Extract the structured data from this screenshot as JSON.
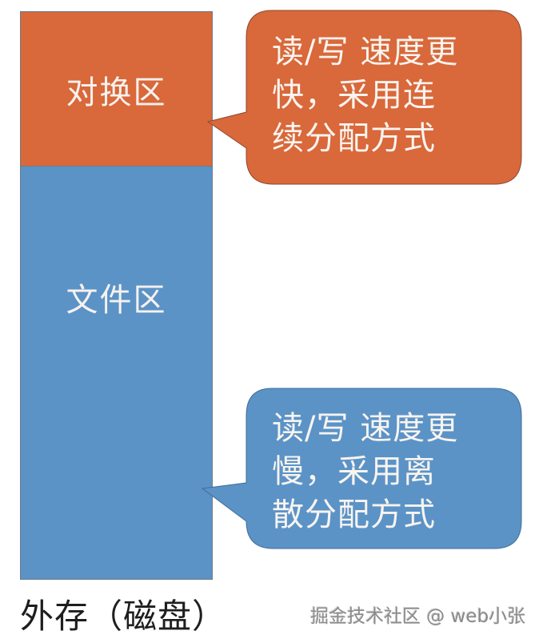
{
  "diagram": {
    "title": "外存（磁盘）",
    "zones": [
      {
        "id": "swap",
        "label": "对换区",
        "color": "#d9683a"
      },
      {
        "id": "file",
        "label": "文件区",
        "color": "#5b93c7"
      }
    ],
    "callouts": [
      {
        "target": "swap",
        "lines": [
          "读/写 速度更",
          "快，采用连",
          "续分配方式"
        ],
        "color": "#d9683a"
      },
      {
        "target": "file",
        "lines": [
          "读/写 速度更",
          "慢，采用离",
          "散分配方式"
        ],
        "color": "#5b93c7"
      }
    ]
  },
  "watermark": "掘金技术社区 @ web小张"
}
